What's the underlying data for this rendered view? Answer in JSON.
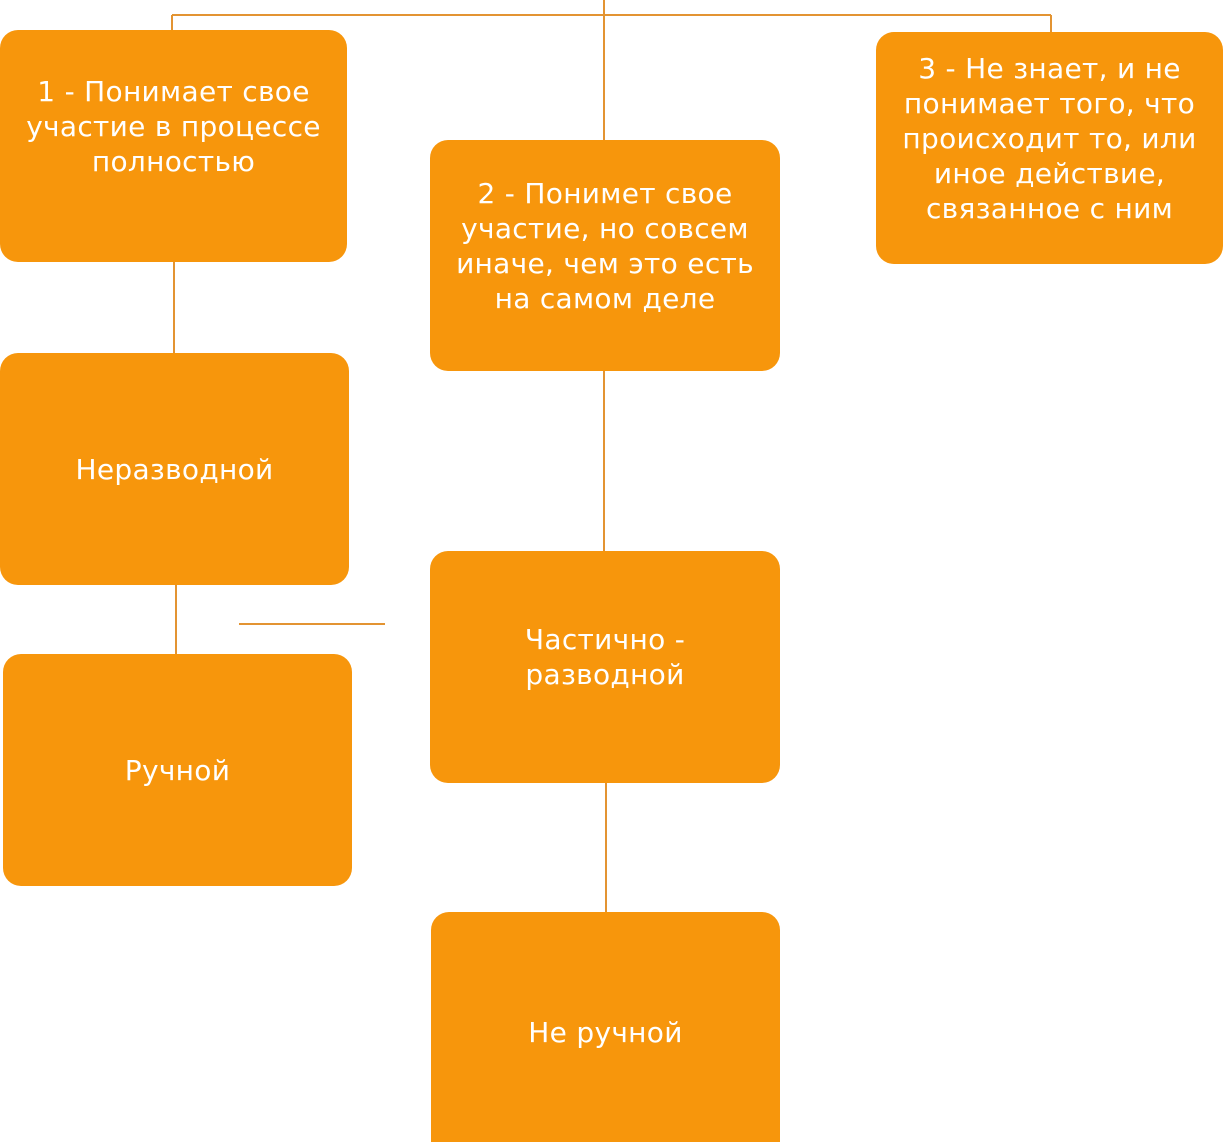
{
  "nodes": {
    "level_1": "1 - Понимает свое участие в процессе полностью",
    "level_2": "2 - Понимет свое участие, но совсем иначе, чем это есть на самом деле",
    "level_3": "3 - Не знает, и не понимает того, что происходит то, или иное действие, связанное с ним",
    "non_divorce": "Неразводной",
    "partially_divorce": "Частично - разводной",
    "manual": "Ручной",
    "non_manual": "Не ручной"
  },
  "colors": {
    "box_fill": "#f7960c",
    "box_text": "#ffffff",
    "connector": "#e39432"
  }
}
